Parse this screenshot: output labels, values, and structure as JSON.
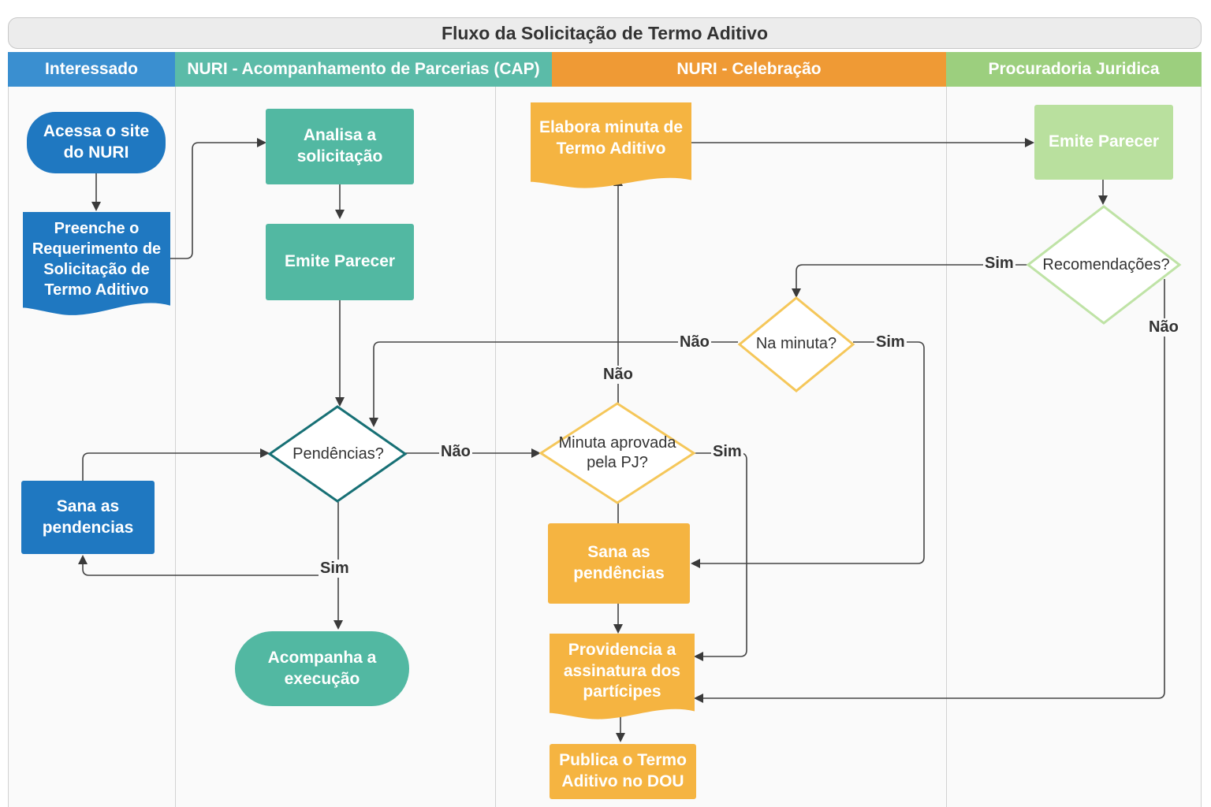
{
  "title": "Fluxo da Solicitação de Termo Aditivo",
  "lanes": [
    {
      "label": "Interessado",
      "color": "#3a8fd0"
    },
    {
      "label": "NURI - Acompanhamento de Parcerias (CAP)",
      "color": "#5bbba8"
    },
    {
      "label": "NURI - Celebração",
      "color": "#ef9a35"
    },
    {
      "label": "Procuradoria Juridica",
      "color": "#9ccf7e"
    }
  ],
  "colors": {
    "blue": "#1f78c1",
    "teal": "#52b8a2",
    "orange": "#f5b441",
    "green": "#b9e09e",
    "decision_teal": "#177075",
    "decision_orange": "#f5c75a",
    "decision_green": "#bfe3a6",
    "line": "#444444"
  },
  "nodes": {
    "acessa_site": "Acessa o site do NURI",
    "preenche_requerimento": "Preenche o Requerimento de Solicitação de Termo Aditivo",
    "sana_pendencias_interessado": "Sana as pendencias",
    "analisa_solicitacao": "Analisa a solicitação",
    "emite_parecer_cap": "Emite Parecer",
    "acompanha_execucao": "Acompanha a execução",
    "elabora_minuta": "Elabora minuta de Termo Aditivo",
    "sana_pendencias_celebracao": "Sana as pendências",
    "providencia_assinatura": "Providencia a assinatura dos partícipes",
    "publica_dou": "Publica o Termo Aditivo no DOU",
    "emite_parecer_pj": "Emite Parecer"
  },
  "decisions": {
    "pendencias": "Pendências?",
    "minuta_aprovada": "Minuta aprovada pela PJ?",
    "na_minuta": "Na minuta?",
    "recomendacoes": "Recomendações?"
  },
  "edge_labels": {
    "pendencias_nao": "Não",
    "pendencias_sim": "Sim",
    "minuta_nao": "Não",
    "minuta_sim": "Sim",
    "na_minuta_nao": "Não",
    "na_minuta_sim": "Sim",
    "recomendacoes_sim": "Sim",
    "recomendacoes_nao": "Não"
  }
}
